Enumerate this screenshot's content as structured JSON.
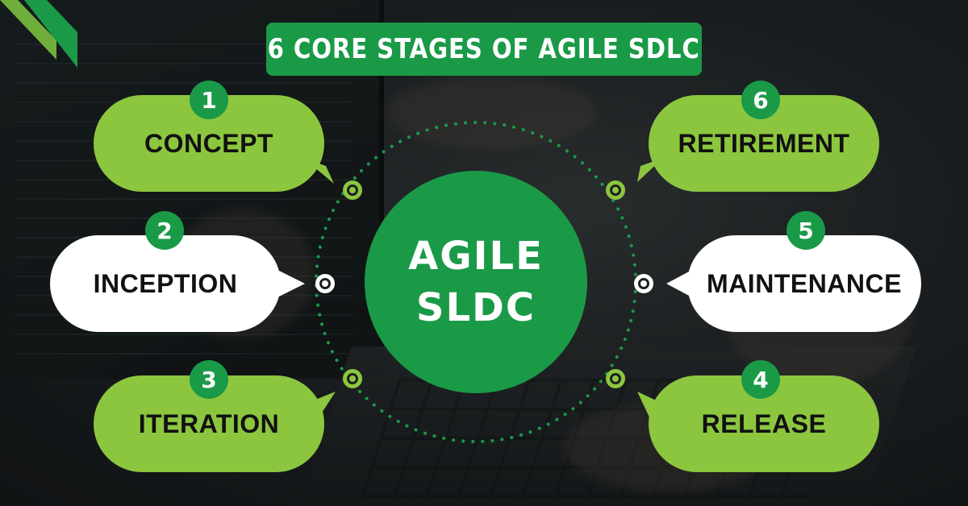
{
  "title": "6 CORE STAGES OF AGILE SDLC",
  "center": {
    "line1": "AGILE",
    "line2": "SLDC"
  },
  "colors": {
    "brand_green": "#1a9a47",
    "light_green": "#8cc63f",
    "white": "#ffffff",
    "dark_bg": "#1c2021"
  },
  "stages": [
    {
      "number": "1",
      "label": "CONCEPT"
    },
    {
      "number": "2",
      "label": "INCEPTION"
    },
    {
      "number": "3",
      "label": "ITERATION"
    },
    {
      "number": "4",
      "label": "RELEASE"
    },
    {
      "number": "5",
      "label": "MAINTENANCE"
    },
    {
      "number": "6",
      "label": "RETIREMENT"
    }
  ]
}
